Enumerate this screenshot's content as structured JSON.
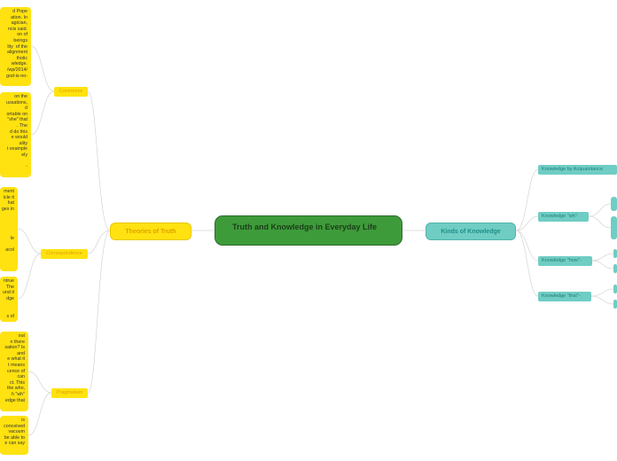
{
  "map": {
    "center": "Truth and Knowledge in Everyday Life",
    "left_topic": "Theories of Truth",
    "right_topic": "Kinds of Knowledge",
    "left_branches": [
      "Coherence",
      "Correspondence",
      "Pragmatism"
    ],
    "right_branches": [
      "Knowledge by Acquaintance",
      "Knowledge \"wh\"-",
      "Knowledge \"how\"-",
      "Knowledge \"that\"-"
    ],
    "notes": [
      "d Pope\nation. In\nagician,\nncis said.\non of\nbeings\nlity  of the\nalignment\ntholic\nwledge.\n/wp/2014/\ngod-is-no-",
      "on the\nussations,\nd\nortable on\n\"she\" that\n. The\nd do this\ne would\nality\nt example\nely\n\n-",
      "ment\nicle it\nhat\nges in\n\n\n\n\nle\n\nacol",
      "ntrue\nThe\nund it\ndge\n\n\ns of",
      "out\nn there\nsation? Is\nand\ne what it\nt means\ncence of\ncan\nct. This\nthe who,\nh \"wh\"\nedge that",
      "is\nconceived\nvacuum\nbe able to\ne can say"
    ]
  }
}
